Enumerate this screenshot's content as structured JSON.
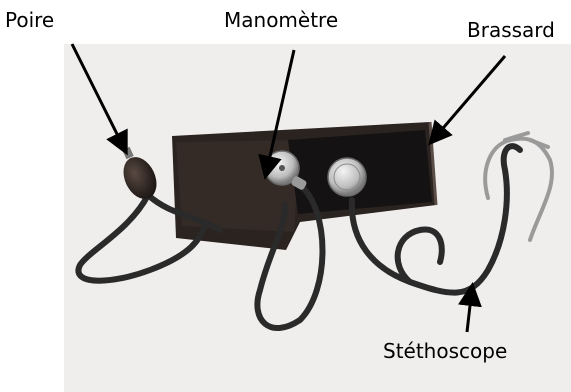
{
  "labels": {
    "poire": "Poire",
    "manometre": "Manomètre",
    "brassard": "Brassard",
    "stethoscope": "Stéthoscope"
  },
  "colors": {
    "photo_background": "#f0eeec",
    "cuff": "#2b2320",
    "velcro": "#141212",
    "tubing": "#2a2a2a",
    "metal": "#c8c8c8",
    "arrow": "#000000"
  }
}
